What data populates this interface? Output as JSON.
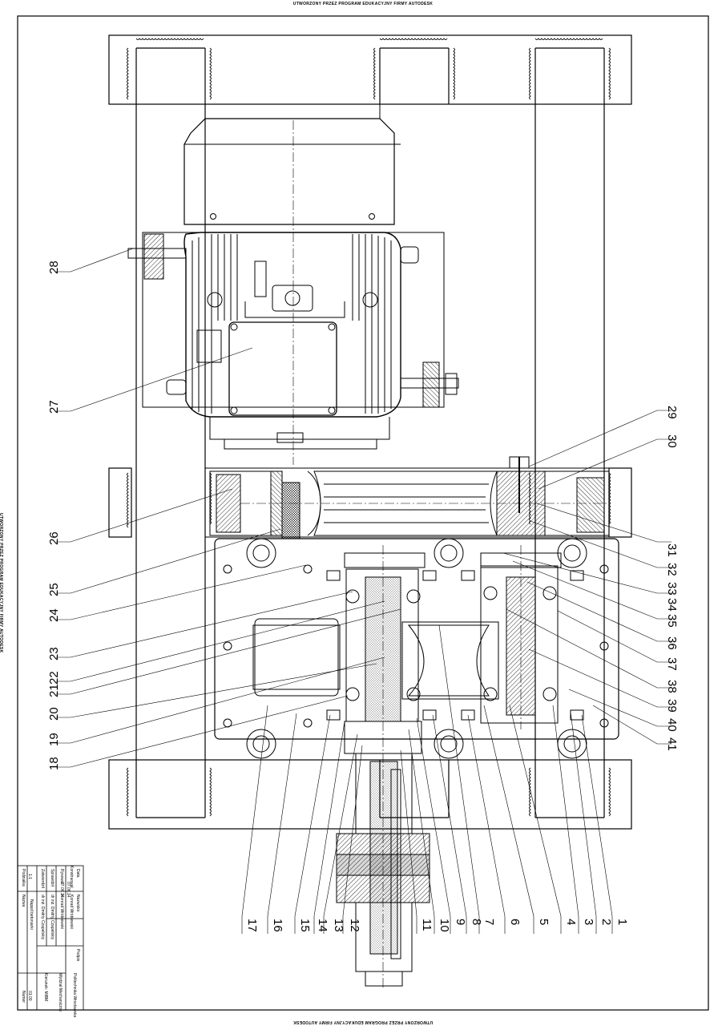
{
  "watermark": "UTWORZONY PRZEZ PROGRAM EDUKACYJNY FIRMY AUTODESK",
  "callouts": {
    "left": [
      "28",
      "27",
      "26",
      "25",
      "24",
      "23",
      "22",
      "21",
      "20",
      "19",
      "18"
    ],
    "right": [
      "29",
      "30",
      "31",
      "32",
      "33",
      "34",
      "35",
      "36",
      "37",
      "38",
      "39",
      "40",
      "41"
    ],
    "bottom": [
      "17",
      "16",
      "15",
      "14",
      "13",
      "12",
      "11",
      "10",
      "9",
      "8",
      "7",
      "6",
      "5",
      "4",
      "3",
      "2",
      "1"
    ]
  },
  "title_block": {
    "col_a_label": "Data",
    "col_b_label": "Nazwisko",
    "col_c_label": "Podpis",
    "row1_label": "Konstruował",
    "row1_date": "07.06.14",
    "row1_name": "Konrad Wróblewski",
    "row2_label": "Rysował",
    "row2_date": "07.06.14",
    "row2_name": "Konrad Wróblewski",
    "row3_label": "Sprawdził",
    "row3_name": "dr inż. Dmitriy Czapelskiy",
    "row4_label": "Zatwierdził",
    "row4_name": "dr inż. Dmitriy Czapelskiy",
    "institution_1": "Politechnika Wrocławska",
    "institution_2": "Wydział Mechaniczny",
    "institution_3": "Kierunek: MiBM",
    "scale_label": "Podziałka",
    "scale": "1:1",
    "name_label": "Nazwa",
    "name": "Napęd betoniarki",
    "sheet_label": "Numer",
    "sheet": "01.00"
  }
}
